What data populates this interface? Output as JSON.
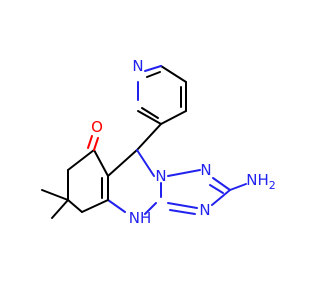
{
  "molecule": {
    "atom_colors": {
      "carbon": "#000000",
      "nitrogen": "#2222ee",
      "oxygen": "#ff0000"
    },
    "labels": {
      "pyridine_n": "N",
      "carbonyl_o": "O",
      "ring_n_bridge": "N",
      "ring_n_top": "N",
      "ring_n_right": "N",
      "amine": "NH",
      "amine_subscript": "2",
      "nh": "NH"
    }
  }
}
